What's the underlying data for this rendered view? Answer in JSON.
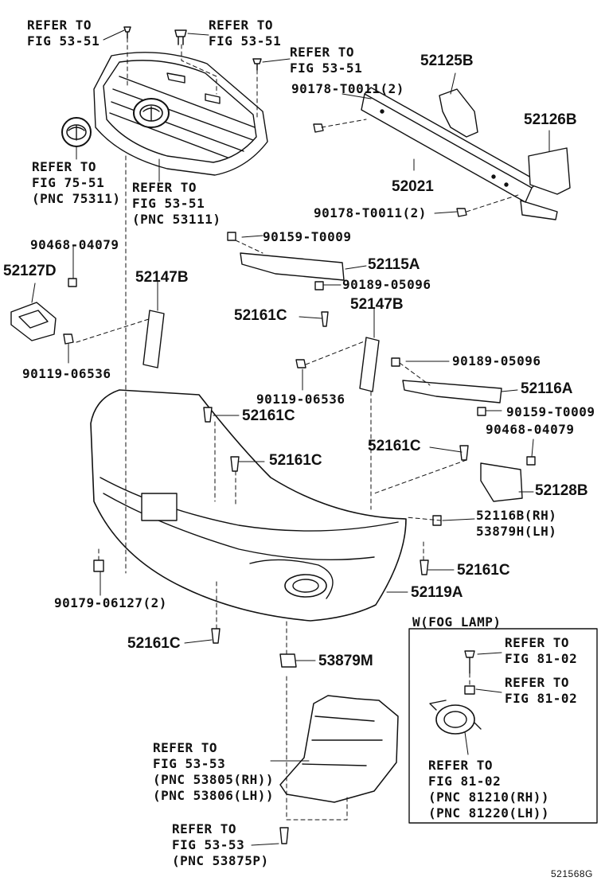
{
  "labels": {
    "grille_clip_ref": "REFER TO\nFIG 53-51",
    "grille_clip_ref2": "REFER TO\nFIG 53-51",
    "grille_clip_ref3": "REFER TO\nFIG 53-51",
    "emblem_ref": "REFER TO\nFIG 75-51\n(PNC 75311)",
    "grille_ref": "REFER TO\nFIG 53-51\n(PNC 53111)",
    "p52125B": "52125B",
    "p90178_upper": "90178-T0011(2)",
    "p52126B": "52126B",
    "p52021": "52021",
    "p90178_lower": "90178-T0011(2)",
    "p90468_left": "90468-04079",
    "p90159_upper": "90159-T0009",
    "p52127D": "52127D",
    "p52147B_left": "52147B",
    "p52115A": "52115A",
    "p90189_upper": "90189-05096",
    "p52161C_a": "52161C",
    "p52147B_right": "52147B",
    "p90119_left": "90119-06536",
    "p90189_lower": "90189-05096",
    "p90119_mid": "90119-06536",
    "p52116A": "52116A",
    "p52161C_b": "52161C",
    "p90159_lower": "90159-T0009",
    "p52161C_c": "52161C",
    "p90468_right": "90468-04079",
    "p52161C_d": "52161C",
    "p52128B": "52128B",
    "p52116B": "52116B(RH)\n53879H(LH)",
    "p52161C_e": "52161C",
    "p90179": "90179-06127(2)",
    "p52119A": "52119A",
    "p52161C_f": "52161C",
    "fog_title": "W(FOG LAMP)",
    "fog_ref1": "REFER TO\nFIG 81-02",
    "fog_ref2": "REFER TO\nFIG 81-02",
    "fog_ref3": "REFER TO\nFIG 81-02\n(PNC 81210(RH))\n(PNC 81220(LH))",
    "p53879M": "53879M",
    "underc_ref": "REFER TO\nFIG 53-53\n(PNC 53805(RH))\n(PNC 53806(LH))",
    "bolt_ref": "REFER TO\nFIG 53-53\n(PNC 53875P)",
    "fig_code": "521568G"
  }
}
